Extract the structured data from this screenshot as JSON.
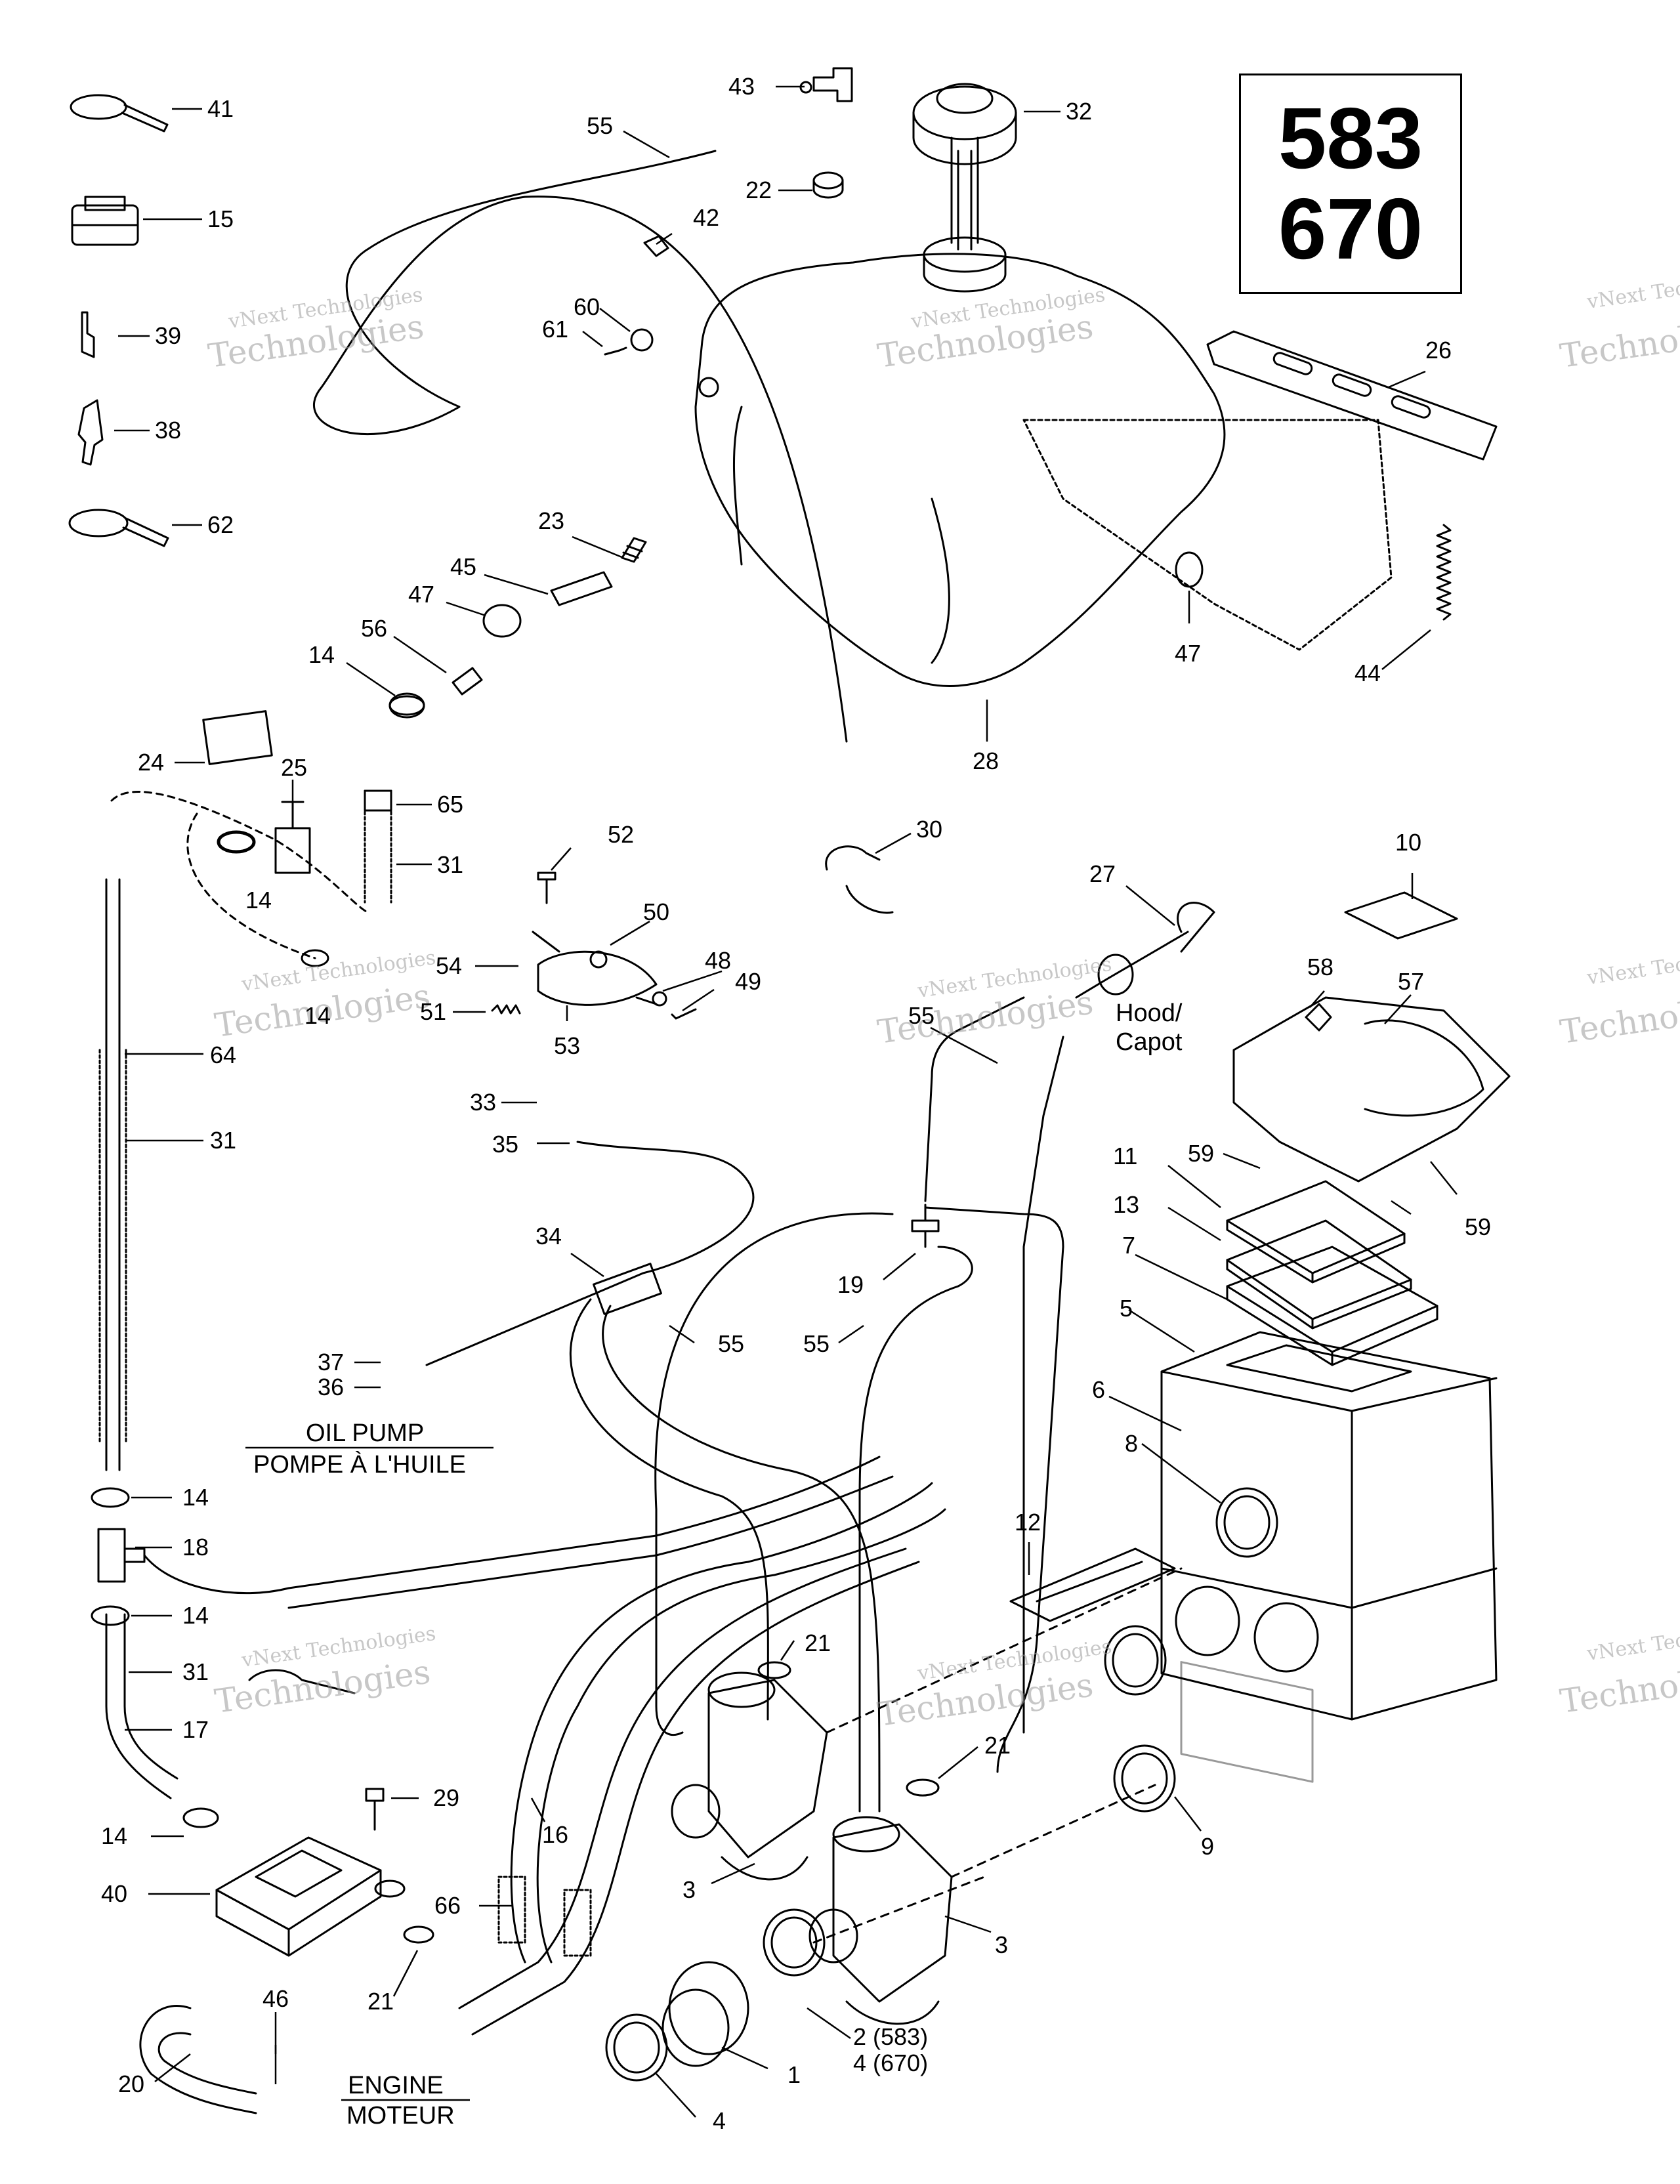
{
  "model_box": {
    "line1": "583",
    "line2": "670"
  },
  "watermark": {
    "line1": "vNext Technologies",
    "line2": "Technologies"
  },
  "labels": {
    "hood_line1": "Hood/",
    "hood_line2": "Capot",
    "oil_pump_en": "OIL PUMP",
    "oil_pump_fr": "POMPE À L'HUILE",
    "engine_en": "ENGINE",
    "engine_fr": "MOTEUR"
  },
  "callouts": {
    "c41": "41",
    "c15": "15",
    "c39": "39",
    "c38": "38",
    "c62": "62",
    "c43": "43",
    "c55a": "55",
    "c22": "22",
    "c42": "42",
    "c32": "32",
    "c60": "60",
    "c61": "61",
    "c26": "26",
    "c23": "23",
    "c45": "45",
    "c47a": "47",
    "c56": "56",
    "c14a": "14",
    "c47b": "47",
    "c44": "44",
    "c28": "28",
    "c24": "24",
    "c25": "25",
    "c65": "65",
    "c14b": "14",
    "c31a": "31",
    "c52": "52",
    "c30": "30",
    "c27": "27",
    "c10": "10",
    "c50": "50",
    "c54": "54",
    "c48": "48",
    "c49": "49",
    "c51": "51",
    "c53": "53",
    "c14c": "14",
    "c55b": "55",
    "c58": "58",
    "c57": "57",
    "c64": "64",
    "c59a": "59",
    "c31b": "31",
    "c33": "33",
    "c35": "35",
    "c11": "11",
    "c13": "13",
    "c59b": "59",
    "c7": "7",
    "c34": "34",
    "c19": "19",
    "c5": "5",
    "c55c": "55",
    "c55d": "55",
    "c37": "37",
    "c36": "36",
    "c6": "6",
    "c8": "8",
    "c14d": "14",
    "c18": "18",
    "c12": "12",
    "c14e": "14",
    "c21a": "21",
    "c31c": "31",
    "c17": "17",
    "c29": "29",
    "c21b": "21",
    "c16": "16",
    "c14f": "14",
    "c9": "9",
    "c40": "40",
    "c66": "66",
    "c3a": "3",
    "c3b": "3",
    "c21c": "21",
    "c46": "46",
    "c2": "2 (583)",
    "c4b": "4 (670)",
    "c1": "1",
    "c20": "20",
    "c4a": "4"
  }
}
